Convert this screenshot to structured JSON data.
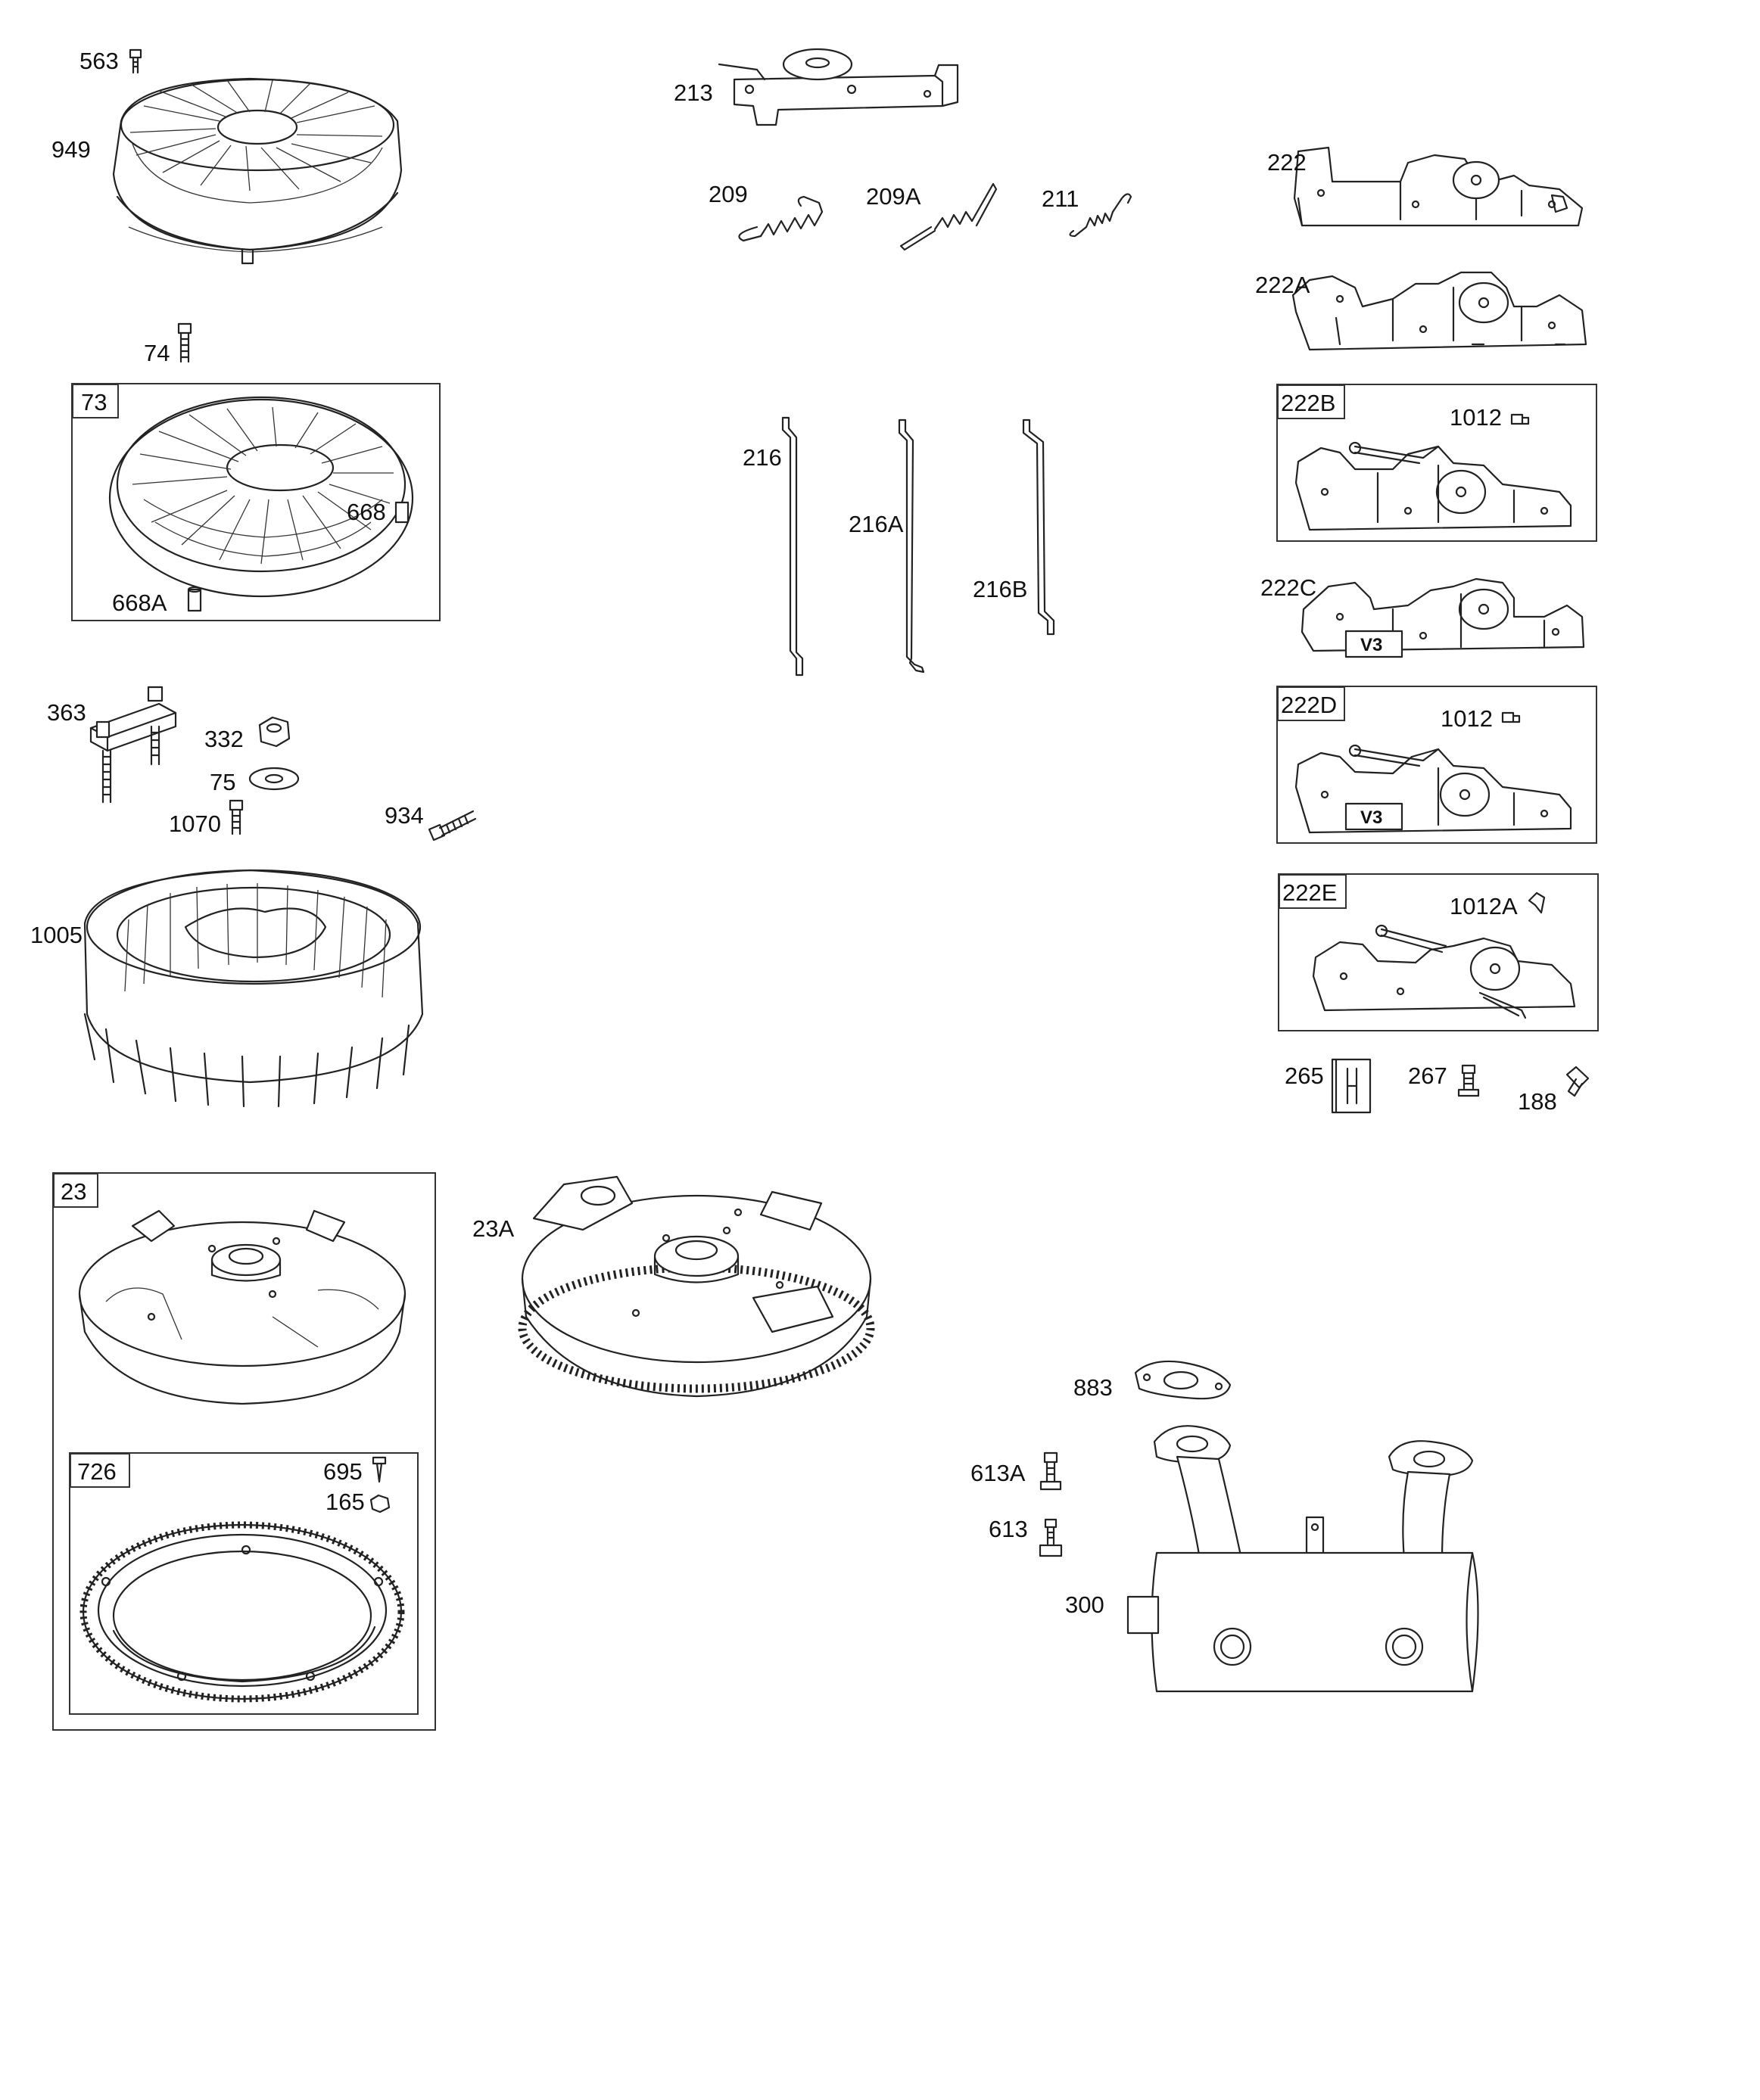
{
  "labels": {
    "p563": "563",
    "p949": "949",
    "p74": "74",
    "p73": "73",
    "p668": "668",
    "p668a": "668A",
    "p363": "363",
    "p332": "332",
    "p75": "75",
    "p1070": "1070",
    "p934": "934",
    "p1005": "1005",
    "p23": "23",
    "p23a": "23A",
    "p726": "726",
    "p695": "695",
    "p165": "165",
    "p213": "213",
    "p209": "209",
    "p209a": "209A",
    "p211": "211",
    "p216": "216",
    "p216a": "216A",
    "p216b": "216B",
    "p222": "222",
    "p222a": "222A",
    "p222b": "222B",
    "p1012_b": "1012",
    "p222c": "222C",
    "p222d": "222D",
    "p1012_d": "1012",
    "p222e": "222E",
    "p1012a": "1012A",
    "v3_c": "V3",
    "v3_d": "V3",
    "p265": "265",
    "p267": "267",
    "p188": "188",
    "p883": "883",
    "p613a": "613A",
    "p613": "613",
    "p300": "300"
  }
}
